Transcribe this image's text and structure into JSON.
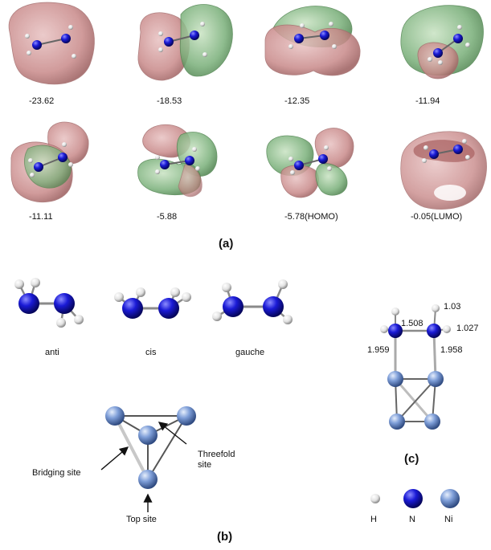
{
  "orbitals": {
    "energies": [
      "-23.62",
      "-18.53",
      "-12.35",
      "-11.94",
      "-11.11",
      "-5.88",
      "-5.78(HOMO)",
      "-0.05(LUMO)"
    ]
  },
  "panel_labels": {
    "a": "(a)",
    "b": "(b)",
    "c": "(c)"
  },
  "conformers": {
    "anti": "anti",
    "cis": "cis",
    "gauche": "gauche"
  },
  "sites": {
    "bridging": "Bridging site",
    "threefold": "Threefold site",
    "top": "Top site"
  },
  "geometry": {
    "nn": "1.508",
    "nh": "1.03",
    "nh2": "1.027",
    "ni_n_left": "1.959",
    "ni_n_right": "1.958"
  },
  "legend": {
    "h": "H",
    "n": "N",
    "ni": "Ni"
  },
  "colors": {
    "negative_lobe": "#c98a8a",
    "positive_lobe": "#7ab07a",
    "nitrogen": "#1a1acc",
    "nickel": "#6f8fc8",
    "hydrogen": "#e8e8e8"
  }
}
